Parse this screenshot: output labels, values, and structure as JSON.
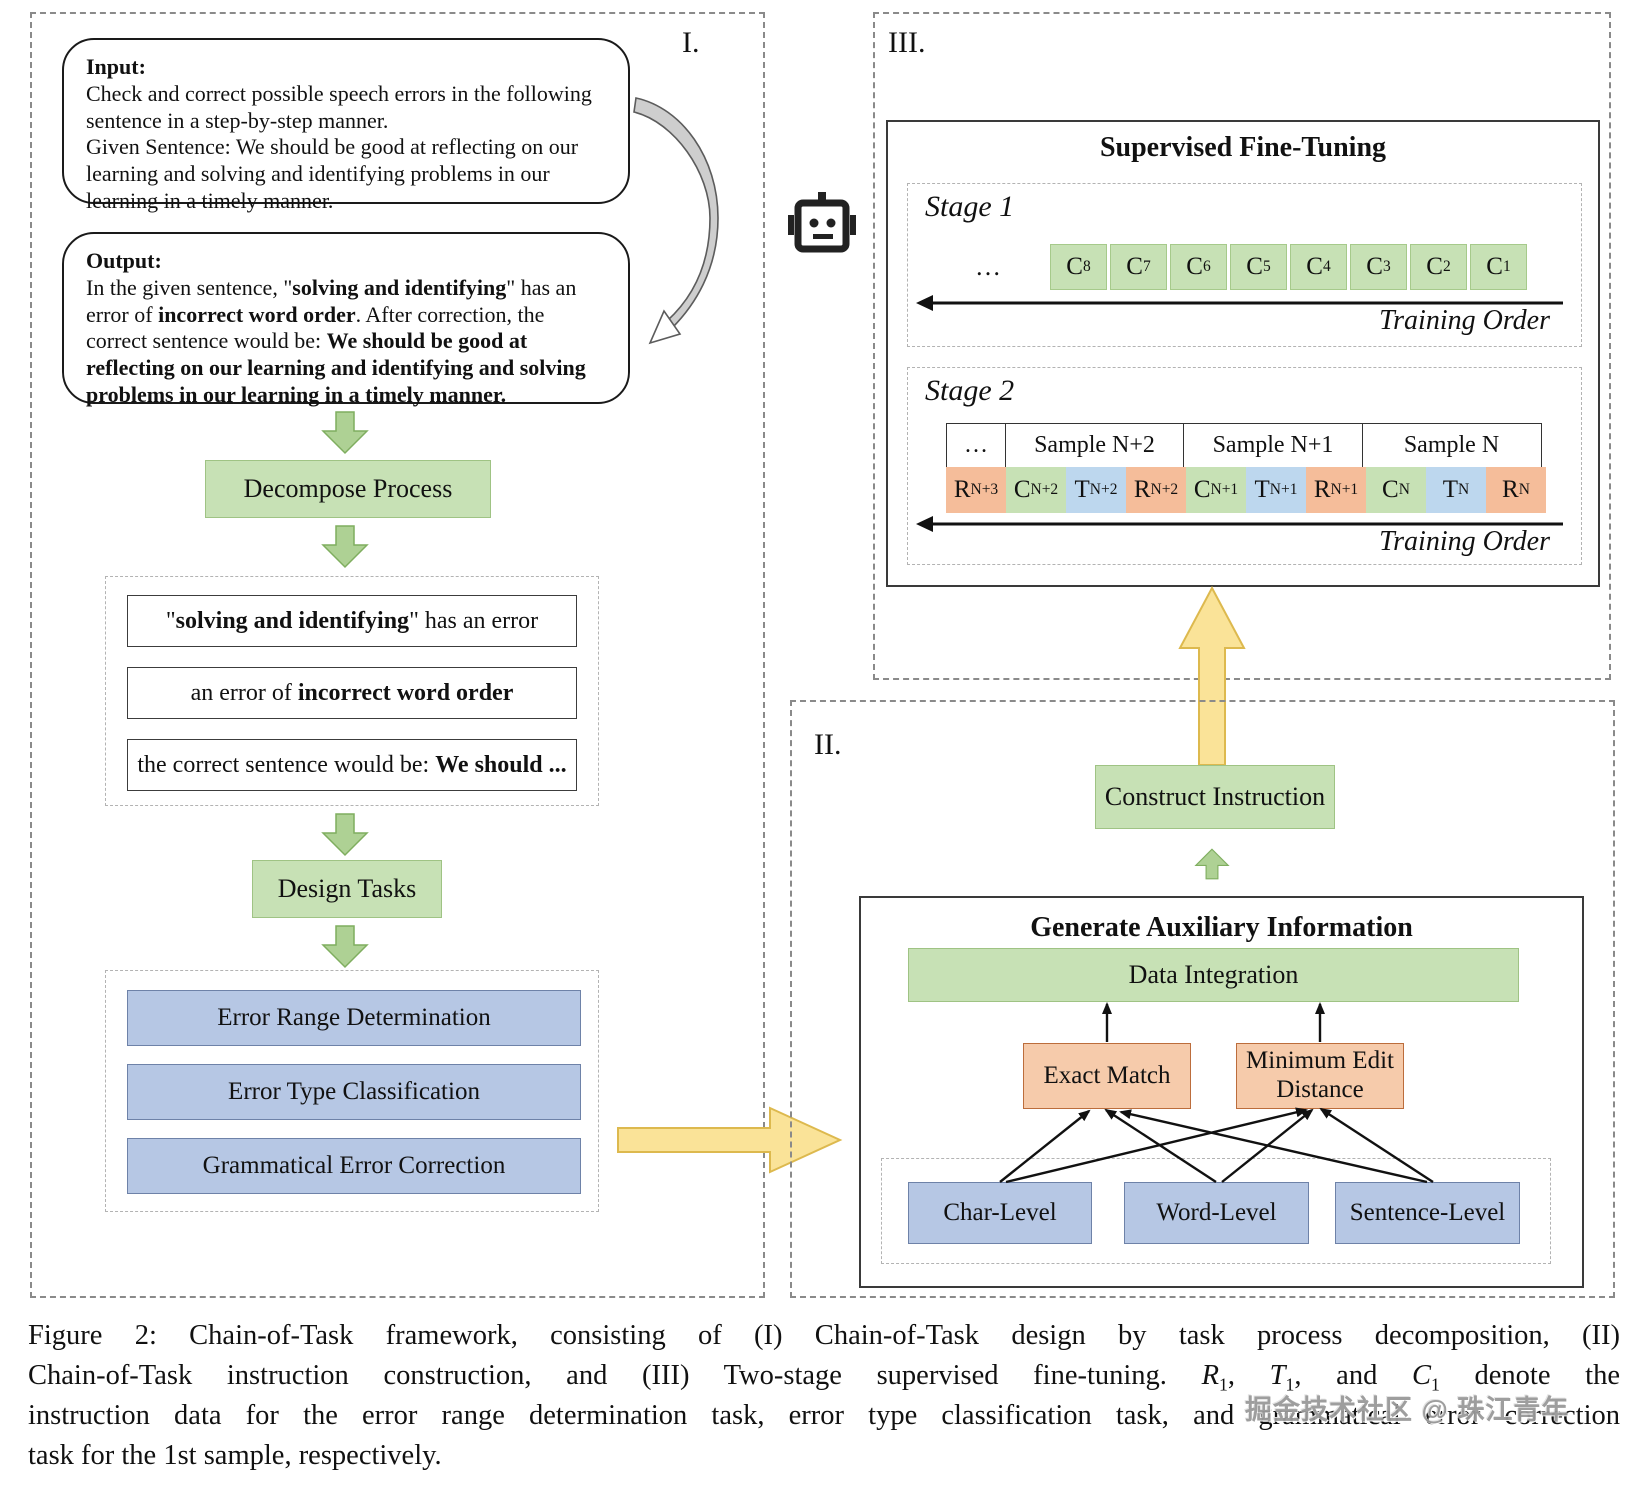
{
  "panels": {
    "i": "I.",
    "ii": "II.",
    "iii": "III."
  },
  "panel1": {
    "input": {
      "label": "Input:",
      "line1": "Check and correct possible speech errors in the following sentence in a step-by-step manner.",
      "line2": "Given Sentence: We should be good at reflecting on our learning and solving and identifying problems in our learning in a timely manner."
    },
    "output": {
      "label": "Output:",
      "p1": "In the given sentence, \"",
      "b1": "solving and identifying",
      "p2": "\" has an error of ",
      "b2": "incorrect word order",
      "p3": ". After correction, the correct sentence would be: ",
      "b3": "We should be good at reflecting on our learning and identifying and solving problems in our learning in a timely manner."
    },
    "decompose": "Decompose Process",
    "decomposed": [
      {
        "pre": "\"",
        "bold": "solving and identifying",
        "post": "\" has an error"
      },
      {
        "pre": "an error of ",
        "bold": "incorrect word order",
        "post": ""
      },
      {
        "pre": "the correct sentence would be: ",
        "bold": "We should ...",
        "post": ""
      }
    ],
    "design": "Design Tasks",
    "tasks": [
      "Error Range Determination",
      "Error Type Classification",
      "Grammatical Error Correction"
    ]
  },
  "panel2": {
    "construct": "Construct Instruction",
    "gai_title": "Generate Auxiliary Information",
    "data_integration": "Data Integration",
    "exact_match": "Exact Match",
    "min_edit": "Minimum Edit Distance",
    "levels": [
      "Char-Level",
      "Word-Level",
      "Sentence-Level"
    ]
  },
  "panel3": {
    "title": "Supervised Fine-Tuning",
    "stage1": {
      "label": "Stage 1",
      "ellipsis": "…",
      "cells": [
        {
          "base": "C",
          "sub": "8"
        },
        {
          "base": "C",
          "sub": "7"
        },
        {
          "base": "C",
          "sub": "6"
        },
        {
          "base": "C",
          "sub": "5"
        },
        {
          "base": "C",
          "sub": "4"
        },
        {
          "base": "C",
          "sub": "3"
        },
        {
          "base": "C",
          "sub": "2"
        },
        {
          "base": "C",
          "sub": "1"
        }
      ],
      "training_order": "Training Order"
    },
    "stage2": {
      "label": "Stage 2",
      "header": [
        "…",
        "Sample N+2",
        "Sample N+1",
        "Sample N"
      ],
      "cells": [
        {
          "base": "R",
          "sub": "N+3"
        },
        {
          "base": "C",
          "sub": "N+2"
        },
        {
          "base": "T",
          "sub": "N+2"
        },
        {
          "base": "R",
          "sub": "N+2"
        },
        {
          "base": "C",
          "sub": "N+1"
        },
        {
          "base": "T",
          "sub": "N+1"
        },
        {
          "base": "R",
          "sub": "N+1"
        },
        {
          "base": "C",
          "sub": "N"
        },
        {
          "base": "T",
          "sub": "N"
        },
        {
          "base": "R",
          "sub": "N"
        }
      ],
      "training_order": "Training Order"
    }
  },
  "caption": {
    "line1": "Figure 2: Chain-of-Task framework, consisting of (I) Chain-of-Task design by task process decomposition, (II)",
    "l2": {
      "pre": "Chain-of-Task instruction construction, and (III) Two-stage supervised fine-tuning.  ",
      "r": "R",
      "sub1": "1",
      "mid1": ", ",
      "t": "T",
      "sub2": "1",
      "mid2": ", and ",
      "c": "C",
      "sub3": "1",
      "post": " denote the"
    },
    "line3": "instruction data for the error range determination task, error type classification task, and grammatical error correction",
    "line4": "task for the 1st sample, respectively."
  },
  "watermark": "掘金技术社区 @ 珠江青年",
  "colors": {
    "green": "#c7e1b5",
    "blue": "#b6c7e4",
    "orange": "#f6cbab",
    "yellow": "#fae398",
    "cell_blue": "#bdd7ee",
    "cell_orange": "#f5bd9a"
  }
}
